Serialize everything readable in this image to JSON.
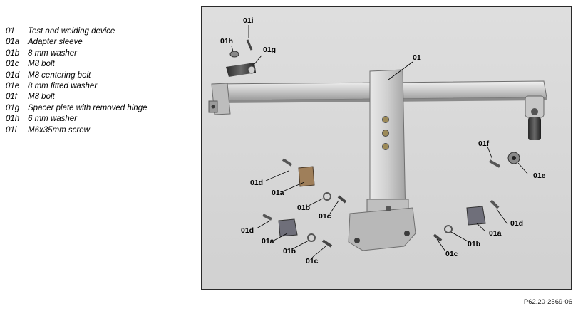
{
  "legend": [
    {
      "code": "01",
      "text": "Test and welding device"
    },
    {
      "code": "01a",
      "text": "Adapter sleeve"
    },
    {
      "code": "01b",
      "text": "8 mm washer"
    },
    {
      "code": "01c",
      "text": "M8 bolt"
    },
    {
      "code": "01d",
      "text": "M8 centering bolt"
    },
    {
      "code": "01e",
      "text": "8 mm fitted washer"
    },
    {
      "code": "01f",
      "text": "M8 bolt"
    },
    {
      "code": "01g",
      "text": "Spacer plate with removed hinge"
    },
    {
      "code": "01h",
      "text": "6 mm washer"
    },
    {
      "code": "01i",
      "text": "M6x35mm screw"
    }
  ],
  "callouts": {
    "c01": "01",
    "c01i": "01i",
    "c01h": "01h",
    "c01g": "01g",
    "c01f": "01f",
    "c01e": "01e",
    "c01d_a": "01d",
    "c01a_a": "01a",
    "c01b_a": "01b",
    "c01c_a": "01c",
    "c01d_b": "01d",
    "c01a_b": "01a",
    "c01b_b": "01b",
    "c01c_b": "01c",
    "c01a_c": "01a",
    "c01d_c": "01d",
    "c01b_c": "01b",
    "c01c_c": "01c"
  },
  "figure_ref": "P62.20-2569-06"
}
